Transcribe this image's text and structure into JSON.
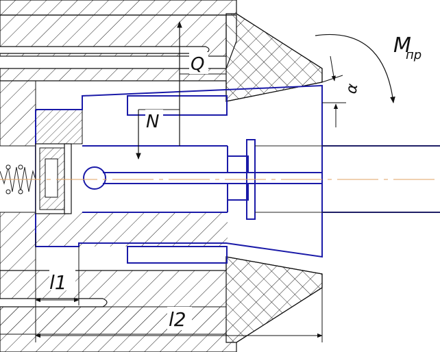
{
  "labels": {
    "q": "Q",
    "n": "N",
    "alpha": "α",
    "m_main": "M",
    "m_sub": "пр",
    "l1": "l1",
    "l2": "l2"
  },
  "colors": {
    "outline": "#1a1aa8",
    "axis": "#e0a060",
    "line": "#111111"
  }
}
